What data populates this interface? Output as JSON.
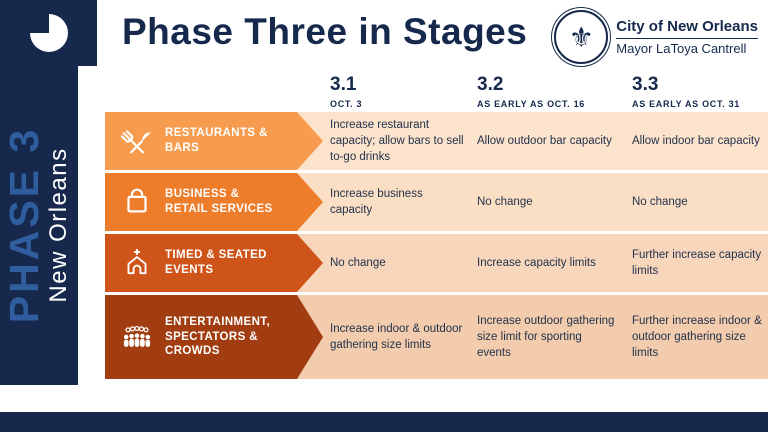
{
  "sidebar": {
    "phase_label": "PHASE 3",
    "city_label": "New Orleans"
  },
  "header": {
    "title": "Phase Three in Stages"
  },
  "logo": {
    "icon": "fleur-de-lis-icon",
    "icon_glyph": "⚜",
    "org": "City of New Orleans",
    "mayor": "Mayor LaToya Cantrell"
  },
  "stages": [
    {
      "number": "3.1",
      "date": "OCT. 3"
    },
    {
      "number": "3.2",
      "date": "AS EARLY AS OCT. 16"
    },
    {
      "number": "3.3",
      "date": "AS EARLY AS OCT. 31"
    }
  ],
  "rows": [
    {
      "label": "RESTAURANTS & BARS",
      "icon": "utensils-icon",
      "arrow_color": "#F79C4F",
      "band_color": "#FCE4CC",
      "cells": [
        "Increase restaurant capacity; allow bars to sell to-go drinks",
        "Allow outdoor bar capacity",
        "Allow indoor bar capacity"
      ]
    },
    {
      "label": "BUSINESS & RETAIL SERVICES",
      "icon": "shopping-bag-icon",
      "arrow_color": "#EE7D2B",
      "band_color": "#FBDFC4",
      "cells": [
        "Increase business capacity",
        "No change",
        "No change"
      ]
    },
    {
      "label": "TIMED & SEATED EVENTS",
      "icon": "church-icon",
      "arrow_color": "#CE541A",
      "band_color": "#F7D6BB",
      "cells": [
        "No change",
        "Increase capacity limits",
        "Further increase capacity limits"
      ]
    },
    {
      "label": "ENTERTAINMENT, SPECTATORS & CROWDS",
      "icon": "crowd-icon",
      "arrow_color": "#A23D11",
      "band_color": "#F2CCAC",
      "cells": [
        "Increase indoor & outdoor gathering size limits",
        "Increase outdoor gathering size limit for sporting events",
        "Further increase indoor & outdoor gathering size limits"
      ]
    }
  ],
  "colors": {
    "navy": "#16294D",
    "phase_blue": "#2F5D9E",
    "body_text": "#23324C"
  }
}
